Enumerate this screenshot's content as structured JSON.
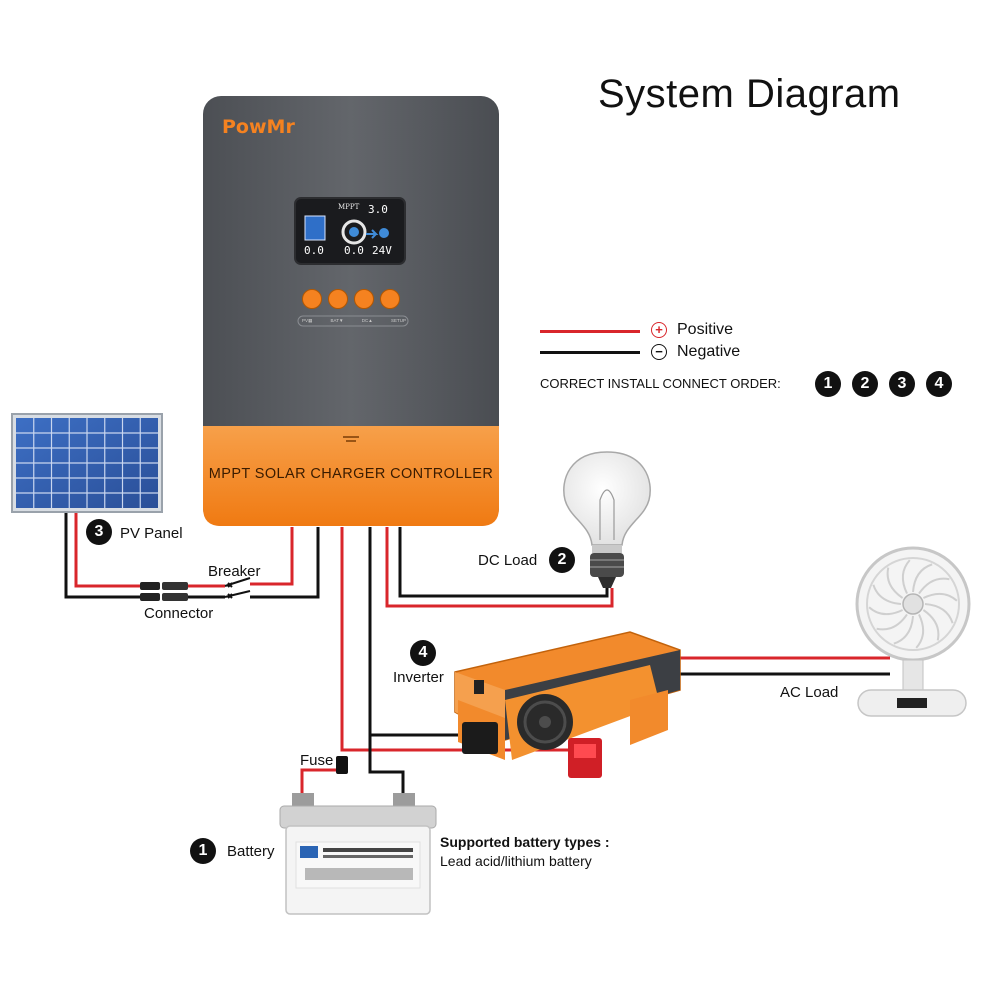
{
  "title": "System Diagram",
  "colors": {
    "positive": "#d9262b",
    "negative": "#111111",
    "controller_body": "#5a5d62",
    "controller_accent": "#f58220"
  },
  "controller": {
    "brand": "PowMr",
    "label": "MPPT SOLAR CHARGER CONTROLLER",
    "screen": {
      "mode": "MPPT",
      "top_value": "3.0",
      "left_value": "0.0",
      "mid_value": "0.0",
      "right_value": "24V"
    },
    "button_labels": [
      "PV▦",
      "BAT▼",
      "DC▲",
      "SETUP"
    ]
  },
  "legend": {
    "positive": "Positive",
    "negative": "Negative",
    "positive_sign": "+",
    "negative_sign": "−"
  },
  "install_order": {
    "label": "CORRECT INSTALL CONNECT ORDER:",
    "steps": [
      "1",
      "2",
      "3",
      "4"
    ]
  },
  "components": {
    "pv_panel": {
      "number": "3",
      "label": "PV Panel"
    },
    "breaker": "Breaker",
    "connector": "Connector",
    "dc_load": {
      "number": "2",
      "label": "DC Load"
    },
    "inverter": {
      "number": "4",
      "label": "Inverter"
    },
    "ac_load": "AC Load",
    "fuse": "Fuse",
    "battery": {
      "number": "1",
      "label": "Battery"
    }
  },
  "battery_note": {
    "title": "Supported battery types :",
    "text": "Lead acid/lithium battery"
  }
}
